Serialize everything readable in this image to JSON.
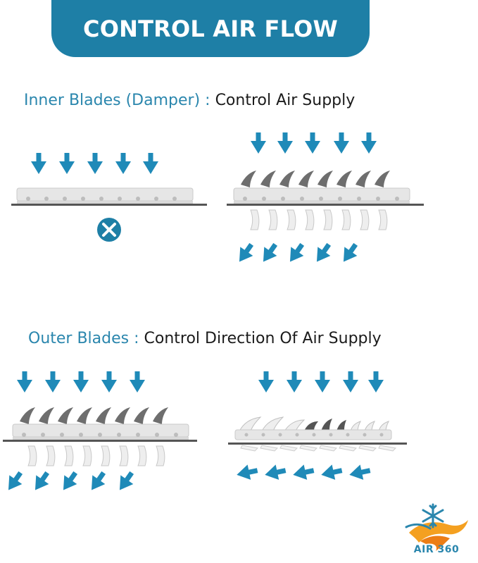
{
  "banner": {
    "title": "CONTROL AIR FLOW"
  },
  "section_inner": {
    "label": "Inner Blades (Damper) :",
    "description": "Control Air Supply"
  },
  "section_outer": {
    "label": "Outer Blades :",
    "description": "Control Direction Of Air Supply"
  },
  "closed_state": {
    "icon": "close-icon"
  },
  "brand": {
    "name": "AIR 360",
    "icon": "snowflake-flame-logo-icon"
  },
  "colors": {
    "accent": "#1e7fa6",
    "arrow": "#1f8ab8",
    "heading_accent": "#2a86ad",
    "blade_dark": "#6b6b6b",
    "frame": "#e4e4e4"
  }
}
